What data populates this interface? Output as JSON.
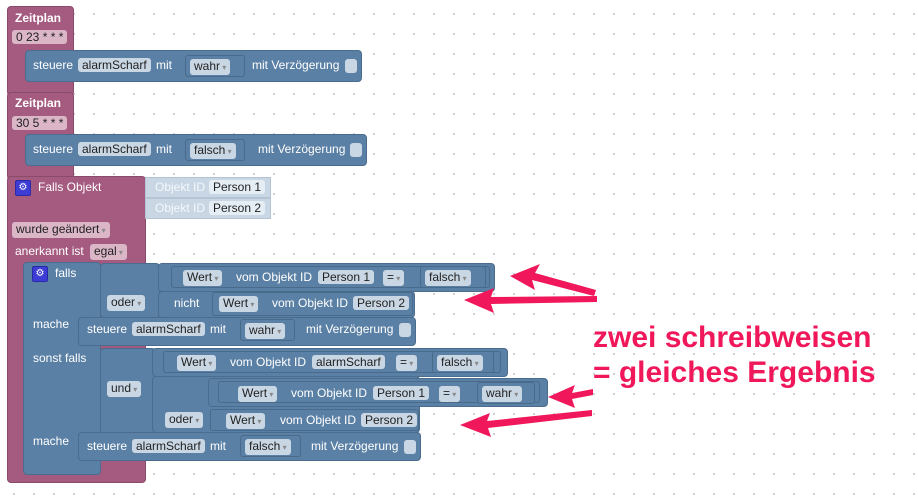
{
  "schedule1": {
    "title": "Zeitplan",
    "cron": "0 23 * * *",
    "action": {
      "verb": "steuere",
      "target": "alarmScharf",
      "with": "mit",
      "value": "wahr",
      "delay": "mit Verzögerung"
    }
  },
  "schedule2": {
    "title": "Zeitplan",
    "cron": "30 5 * * *",
    "action": {
      "verb": "steuere",
      "target": "alarmScharf",
      "with": "mit",
      "value": "falsch",
      "delay": "mit Verzögerung"
    }
  },
  "trigger": {
    "title": "Falls Objekt",
    "objects": [
      {
        "label": "Objekt ID",
        "id": "Person 1"
      },
      {
        "label": "Objekt ID",
        "id": "Person 2"
      }
    ],
    "change": "wurde geändert",
    "ack_label": "anerkannt ist",
    "ack": "egal"
  },
  "ifblock": {
    "falls": "falls",
    "mache": "mache",
    "sonst_falls": "sonst falls",
    "mache2": "mache",
    "cond1": {
      "op": "oder",
      "a": {
        "prop": "Wert",
        "of": "vom Objekt ID",
        "id": "Person 1",
        "cmp": "=",
        "val": "falsch"
      },
      "not": "nicht",
      "b": {
        "prop": "Wert",
        "of": "vom Objekt ID",
        "id": "Person 2"
      }
    },
    "do1": {
      "verb": "steuere",
      "target": "alarmScharf",
      "with": "mit",
      "value": "wahr",
      "delay": "mit Verzögerung"
    },
    "cond2": {
      "op": "und",
      "a": {
        "prop": "Wert",
        "of": "vom Objekt ID",
        "id": "alarmScharf",
        "cmp": "=",
        "val": "falsch"
      },
      "op2": "oder",
      "b": {
        "prop": "Wert",
        "of": "vom Objekt ID",
        "id": "Person 1",
        "cmp": "=",
        "val": "wahr"
      },
      "c": {
        "prop": "Wert",
        "of": "vom Objekt ID",
        "id": "Person 2"
      }
    },
    "do2": {
      "verb": "steuere",
      "target": "alarmScharf",
      "with": "mit",
      "value": "falsch",
      "delay": "mit Verzögerung"
    }
  },
  "annotation": {
    "line1": "zwei schreibweisen",
    "line2": "= gleiches Ergebnis"
  },
  "colors": {
    "event": "#a55b80",
    "logic": "#5b80a5",
    "annotation": "#f0185a"
  }
}
